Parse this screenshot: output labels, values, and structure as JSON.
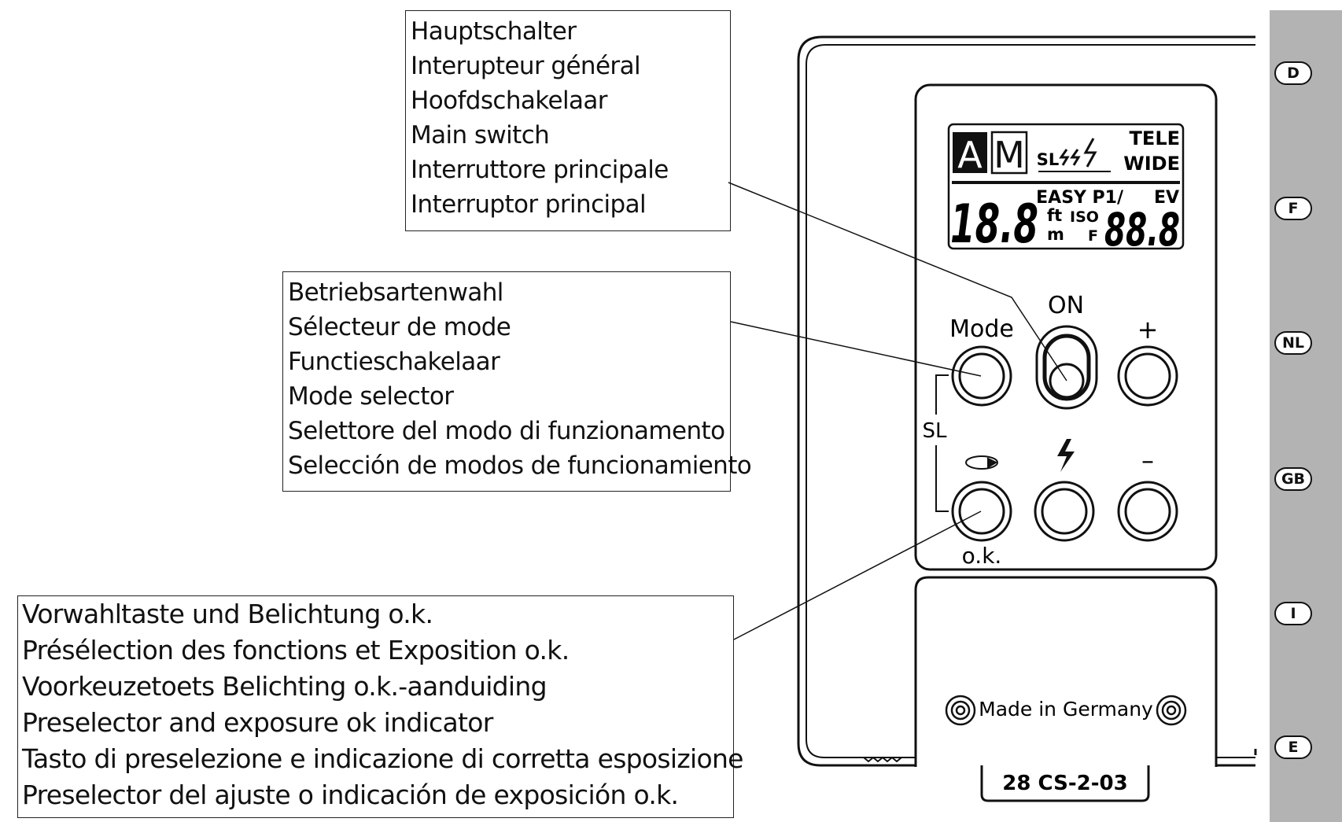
{
  "callouts": {
    "main_switch": [
      "Hauptschalter",
      "Interupteur général",
      "Hoofdschakelaar",
      "Main switch",
      "Interruttore principale",
      "Interruptor principal"
    ],
    "mode_selector": [
      "Betriebsartenwahl",
      "Sélecteur de mode",
      "Functieschakelaar",
      "Mode selector",
      "Selettore del modo di funzionamento",
      "Selección de modos de funcionamiento"
    ],
    "preselector": [
      "Vorwahltaste und Belichtung o.k.",
      "Présélection des fonctions et Exposition o.k.",
      "Voorkeuzetoets Belichting o.k.-aanduiding",
      "Preselector and exposure ok indicator",
      "Tasto di preselezione e indicazione di corretta esposizione",
      "Preselector del ajuste o indicación de exposición o.k."
    ]
  },
  "languages": [
    "D",
    "F",
    "NL",
    "GB",
    "I",
    "E"
  ],
  "display": {
    "mode_a": "A",
    "mode_m": "M",
    "sl": "SL",
    "tele": "TELE",
    "wide": "WIDE",
    "easy": "EASY",
    "p1": "P1/",
    "ev": "EV",
    "iso": "ISO",
    "ft": "ft",
    "m": "m",
    "f": "F",
    "left_digits": "18.8",
    "right_digits": "88.8"
  },
  "buttons": {
    "on": "ON",
    "mode": "Mode",
    "plus": "+",
    "minus": "–",
    "sl": "SL",
    "ok": "o.k."
  },
  "plate": {
    "made_in": "Made in Germany"
  },
  "model_code": "28 CS-2-03"
}
